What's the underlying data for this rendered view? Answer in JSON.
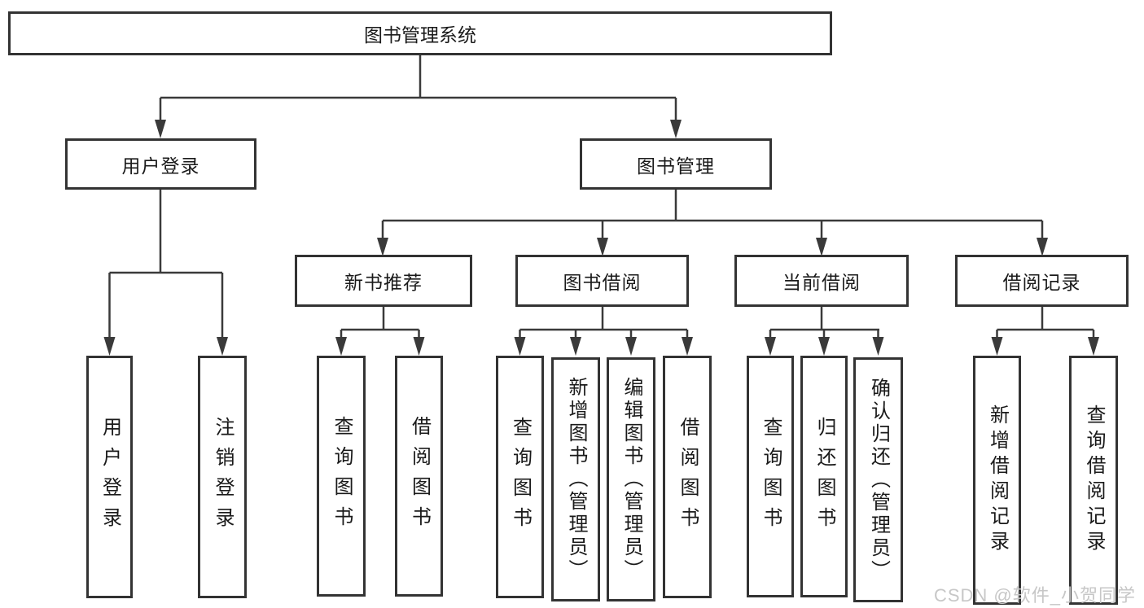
{
  "colors": {
    "line": "#3a3a3a",
    "border": "#333333",
    "text": "#1a1a1a",
    "background": "#ffffff",
    "watermark_text": "#c7c7c7"
  },
  "tree": {
    "root": "图书管理系统",
    "branches": [
      {
        "label": "用户登录",
        "children": [
          {
            "label": "用户登录"
          },
          {
            "label": "注销登录"
          }
        ]
      },
      {
        "label": "图书管理",
        "children": [
          {
            "label": "新书推荐",
            "children": [
              {
                "label": "查询图书"
              },
              {
                "label": "借阅图书"
              }
            ]
          },
          {
            "label": "图书借阅",
            "children": [
              {
                "label": "查询图书"
              },
              {
                "label": "新增图书（管理员）"
              },
              {
                "label": "编辑图书（管理员）"
              },
              {
                "label": "借阅图书"
              }
            ]
          },
          {
            "label": "当前借阅",
            "children": [
              {
                "label": "查询图书"
              },
              {
                "label": "归还图书"
              },
              {
                "label": "确认归还（管理员）"
              }
            ]
          },
          {
            "label": "借阅记录",
            "children": [
              {
                "label": "新增借阅记录"
              },
              {
                "label": "查询借阅记录"
              }
            ]
          }
        ]
      }
    ]
  },
  "watermark": {
    "text": "CSDN @软件_小贺同学"
  }
}
